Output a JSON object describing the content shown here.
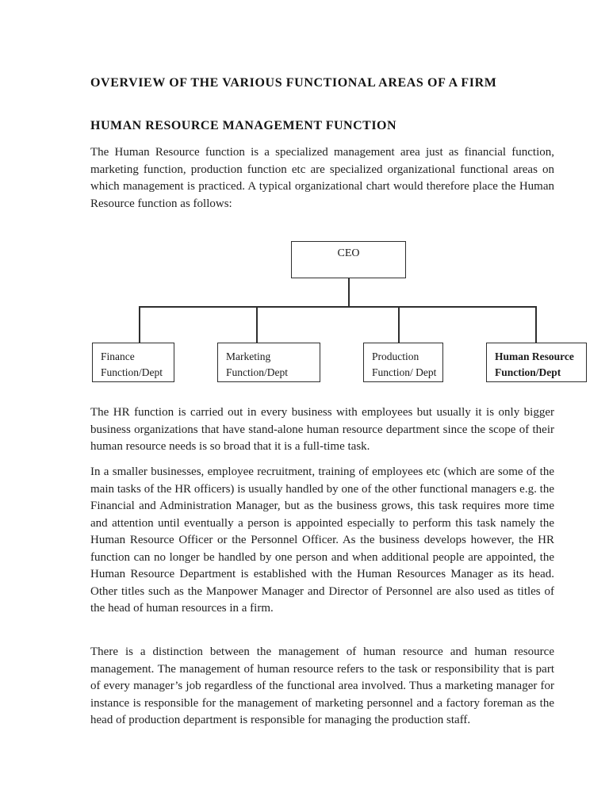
{
  "document": {
    "title": "OVERVIEW OF THE VARIOUS FUNCTIONAL AREAS OF A FIRM",
    "heading": "HUMAN RESOURCE MANAGEMENT FUNCTION",
    "paragraphs": {
      "p1": "The Human Resource function is a specialized management area just as financial function, marketing function, production function etc are specialized organizational functional areas on which management is practiced. A typical organizational chart would therefore place the Human Resource function as follows:",
      "p2": "The HR function is carried out in every business with employees but usually it is only bigger business organizations that have stand-alone human resource department since the scope of their human resource needs is so broad that it is a full-time task.",
      "p3": "In a smaller businesses, employee recruitment, training of employees etc (which are some of the main tasks of the HR officers) is usually handled by one of the other functional managers e.g. the Financial and Administration Manager, but as the business grows, this task requires more time and attention until eventually a person is appointed especially to perform this task namely the Human Resource Officer or the Personnel Officer. As the business develops however, the HR function can no longer be handled by one person and when additional people are appointed, the Human Resource Department is established with the Human Resources Manager as its head. Other titles such as the Manpower Manager and Director of Personnel are also used as titles of the head of human resources in a firm.",
      "p4": "There is a distinction between the management of human resource and human resource management. The management of human resource refers to the task or responsibility that is part of every manager’s job regardless of the functional area involved. Thus a marketing manager for instance is responsible for the management of marketing personnel and a factory foreman as the head of production department is responsible for managing the production staff."
    }
  },
  "org_chart": {
    "root": {
      "label": "CEO"
    },
    "departments": [
      {
        "line1": "Finance",
        "line2": "Function/Dept",
        "emphasis": "normal"
      },
      {
        "line1": "Marketing",
        "line2": "Function/Dept",
        "emphasis": "normal"
      },
      {
        "line1": "Production",
        "line2": "Function/ Dept",
        "emphasis": "normal"
      },
      {
        "line1": "Human Resource",
        "line2": "Function/Dept",
        "emphasis": "bold"
      }
    ]
  },
  "colors": {
    "background": "#ffffff",
    "text": "#1f1f1f",
    "line": "#2e2e2e"
  }
}
